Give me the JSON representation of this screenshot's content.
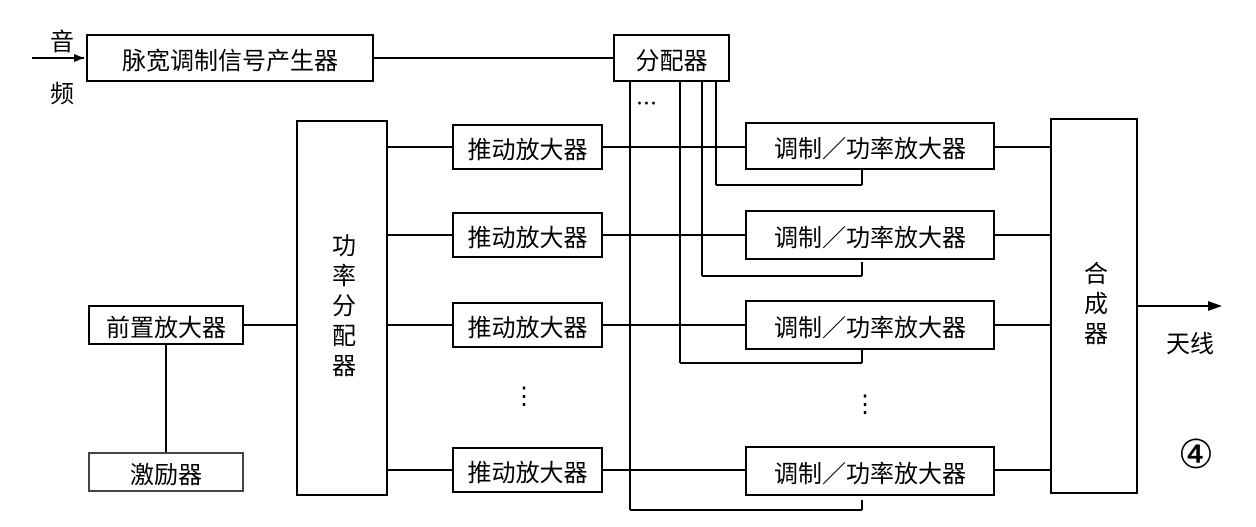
{
  "audio_label": [
    "音",
    "频"
  ],
  "pwm_generator": "脉宽调制信号产生器",
  "distributor": "分配器",
  "dots_h": "···",
  "dots_v": "⋮",
  "preamp": "前置放大器",
  "exciter": "激励器",
  "power_divider": "功率分配器",
  "driver_amp": "推动放大器",
  "mod_amp": "调制／功率放大器",
  "combiner": "合成器",
  "antenna": "天线",
  "figure_number": "④"
}
